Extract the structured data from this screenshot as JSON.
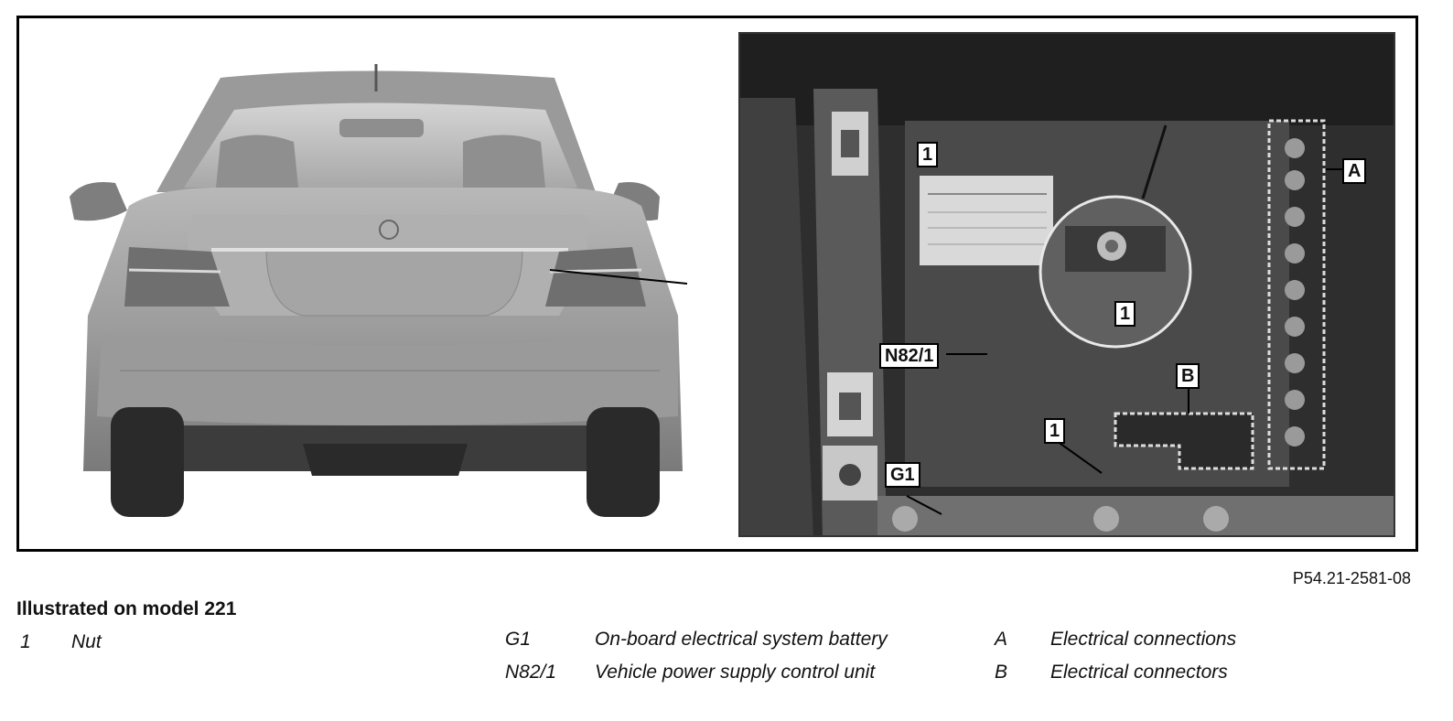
{
  "figure": {
    "callouts": {
      "nut": "1",
      "battery": "G1",
      "control_unit": "N82/1",
      "connections": "A",
      "connectors": "B"
    },
    "code": "P54.21-2581-08"
  },
  "caption": {
    "title": "Illustrated on model 221"
  },
  "legend": [
    {
      "code": "1",
      "desc": "Nut"
    },
    {
      "code": "G1",
      "desc": "On-board electrical system battery"
    },
    {
      "code": "N82/1",
      "desc": "Vehicle power supply control unit"
    },
    {
      "code": "A",
      "desc": "Electrical connections"
    },
    {
      "code": "B",
      "desc": "Electrical connectors"
    }
  ]
}
